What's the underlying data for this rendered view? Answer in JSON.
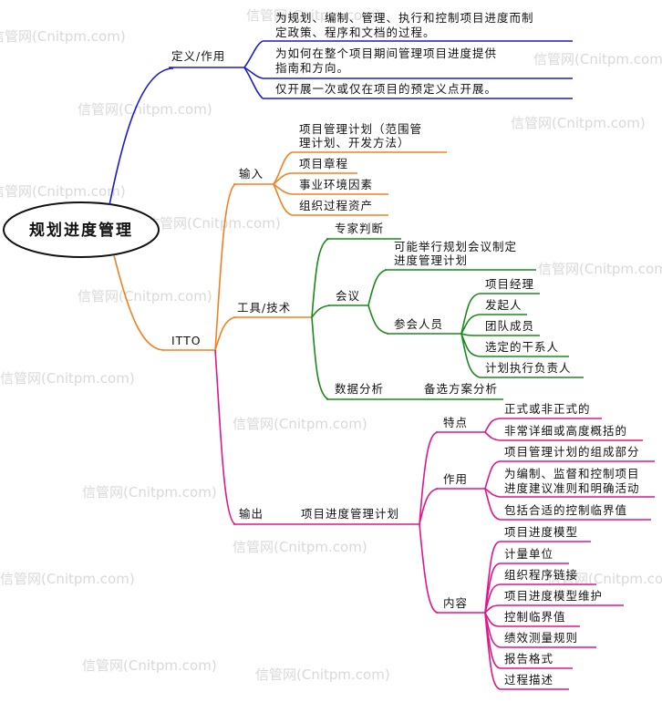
{
  "watermark": "信管网(Cnitpm.com)",
  "root": "规划进度管理",
  "colors": {
    "definition": "#1a1ad0",
    "input": "#f08020",
    "tools": "#1a8a1a",
    "output": "#e0168a"
  },
  "definition": {
    "label": "定义/作用",
    "items": [
      [
        "为规划、编制、管理、执行和控制项目进度而制",
        "定政策、程序和文档的过程。"
      ],
      [
        "为如何在整个项目期间管理项目进度提供",
        "指南和方向。"
      ],
      [
        "仅开展一次或仅在项目的预定义点开展。"
      ]
    ]
  },
  "itto": {
    "label": "ITTO",
    "inputs": {
      "label": "输入",
      "items": [
        [
          "项目管理计划（范围管",
          "理计划、开发方法）"
        ],
        [
          "项目章程"
        ],
        [
          "事业环境因素"
        ],
        [
          "组织过程资产"
        ]
      ]
    },
    "tools": {
      "label": "工具/技术",
      "expert": "专家判断",
      "meeting": {
        "label": "会议",
        "note": [
          "可能举行规划会议制定",
          "进度管理计划"
        ],
        "participants": {
          "label": "参会人员",
          "items": [
            "项目经理",
            "发起人",
            "团队成员",
            "选定的干系人",
            "计划执行负责人"
          ]
        }
      },
      "analysis": {
        "label": "数据分析",
        "child": "备选方案分析"
      }
    },
    "outputs": {
      "label": "输出",
      "plan": {
        "label": "项目进度管理计划",
        "features": {
          "label": "特点",
          "items": [
            "正式或非正式的",
            "非常详细或高度概括的"
          ]
        },
        "uses": {
          "label": "作用",
          "items": [
            [
              "项目管理计划的组成部分"
            ],
            [
              "为编制、监督和控制项目",
              "进度建议准则和明确活动"
            ],
            [
              "包括合适的控制临界值"
            ]
          ]
        },
        "contents": {
          "label": "内容",
          "items": [
            "项目进度模型",
            "计量单位",
            "组织程序链接",
            "项目进度模型维护",
            "控制临界值",
            "绩效测量规则",
            "报告格式",
            "过程描述"
          ]
        }
      }
    }
  }
}
